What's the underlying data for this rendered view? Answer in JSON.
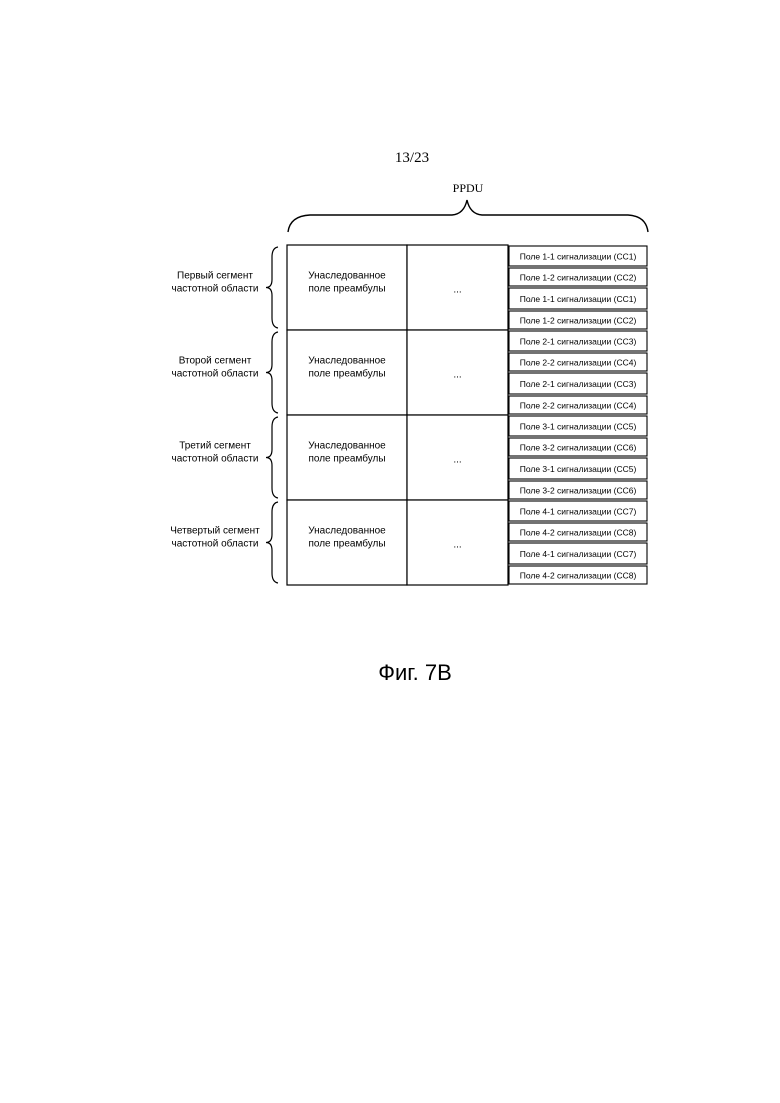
{
  "page_number": "13/23",
  "ppdu_label": "PPDU",
  "figure_caption": "Фиг. 7B",
  "segments": [
    {
      "label_lines": [
        "Первый сегмент",
        "частотной области"
      ],
      "preamble_lines": [
        "Унаследованное",
        "поле преамбулы"
      ],
      "ellipsis": "...",
      "fields": [
        "Поле 1-1 сигнализации (CC1)",
        "Поле 1-2 сигнализации (CC2)",
        "Поле 1-1 сигнализации (CC1)",
        "Поле 1-2 сигнализации (CC2)"
      ]
    },
    {
      "label_lines": [
        "Второй сегмент",
        "частотной области"
      ],
      "preamble_lines": [
        "Унаследованное",
        "поле преамбулы"
      ],
      "ellipsis": "...",
      "fields": [
        "Поле 2-1 сигнализации (CC3)",
        "Поле 2-2 сигнализации (CC4)",
        "Поле 2-1 сигнализации (CC3)",
        "Поле 2-2 сигнализации (CC4)"
      ]
    },
    {
      "label_lines": [
        "Третий сегмент",
        "частотной области"
      ],
      "preamble_lines": [
        "Унаследованное",
        "поле преамбулы"
      ],
      "ellipsis": "...",
      "fields": [
        "Поле 3-1 сигнализации (CC5)",
        "Поле 3-2 сигнализации (CC6)",
        "Поле 3-1 сигнализации (CC5)",
        "Поле 3-2 сигнализации (CC6)"
      ]
    },
    {
      "label_lines": [
        "Четвертый сегмент",
        "частотной области"
      ],
      "preamble_lines": [
        "Унаследованное",
        "поле преамбулы"
      ],
      "ellipsis": "...",
      "fields": [
        "Поле 4-1 сигнализации (CC7)",
        "Поле 4-2 сигнализации (CC8)",
        "Поле 4-1 сигнализации (CC7)",
        "Поле 4-2 сигнализации (CC8)"
      ]
    }
  ]
}
